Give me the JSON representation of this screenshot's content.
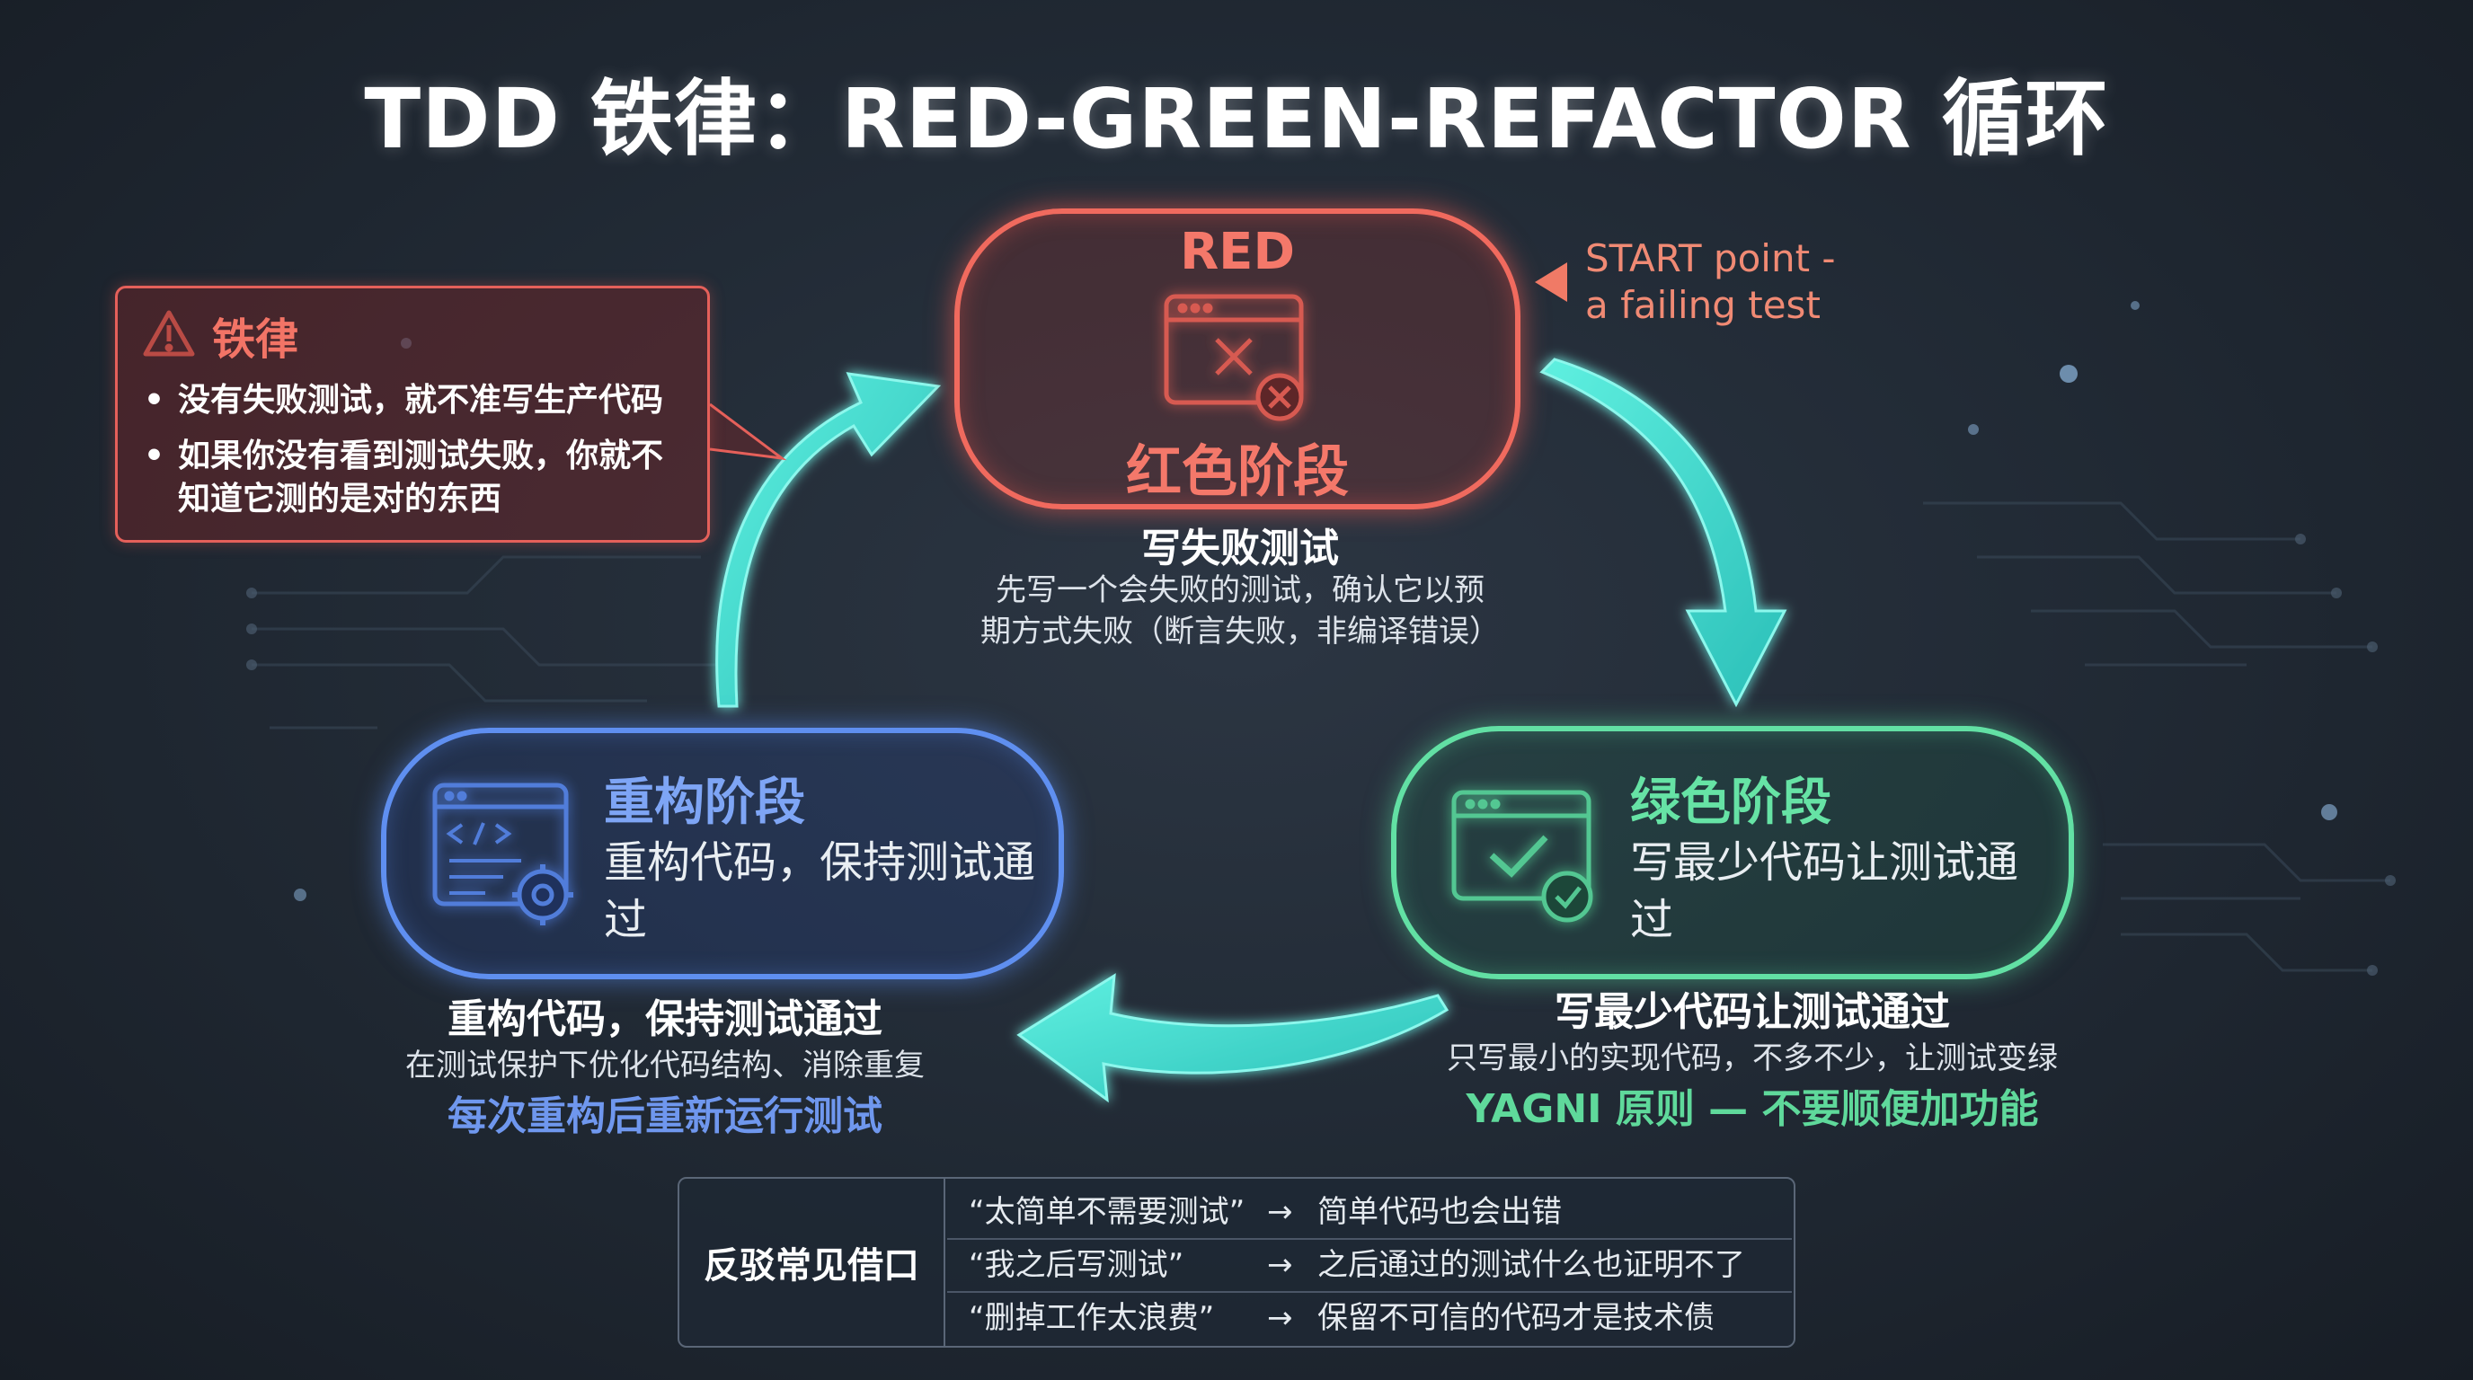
{
  "title": "TDD 铁律：RED-GREEN-REFACTOR 循环",
  "colors": {
    "red": "#f06a5e",
    "green": "#62e0a4",
    "blue": "#5f8ff0",
    "cycle_arrow": "#3fe0d0",
    "background": "#1d2530"
  },
  "red_phase": {
    "label_en": "RED",
    "label_cn": "红色阶段",
    "icon": "browser-window-error-icon",
    "subtitle": "写失败测试",
    "body": [
      "先写一个会失败的测试，确认它以预",
      "期方式失败（断言失败，非编译错误）"
    ]
  },
  "start_note": [
    "START point -",
    "a failing test"
  ],
  "green_phase": {
    "label_cn": "绿色阶段",
    "desc": "写最少代码让测试通过",
    "icon": "browser-window-check-icon",
    "subtitle": "写最少代码让测试通过",
    "body": "只写最小的实现代码，不多不少，让测试变绿",
    "note": "YAGNI 原则 — 不要顺便加功能"
  },
  "refactor_phase": {
    "label_cn": "重构阶段",
    "desc": "重构代码，保持测试通过",
    "icon": "code-window-gear-icon",
    "subtitle": "重构代码，保持测试通过",
    "body": "在测试保护下优化代码结构、消除重复",
    "note": "每次重构后重新运行测试"
  },
  "iron_rule": {
    "icon": "warning-triangle-icon",
    "title": "铁律",
    "items": [
      "没有失败测试，就不准写生产代码",
      "如果你没有看到测试失败，你就不知道它测的是对的东西"
    ]
  },
  "rebuttal": {
    "heading": "反驳常见借口",
    "arrow": "→",
    "rows": [
      {
        "excuse": "“太简单不需要测试”",
        "response": "简单代码也会出错"
      },
      {
        "excuse": "“我之后写测试”",
        "response": "之后通过的测试什么也证明不了"
      },
      {
        "excuse": "“删掉工作太浪费”",
        "response": "保留不可信的代码才是技术债"
      }
    ]
  }
}
